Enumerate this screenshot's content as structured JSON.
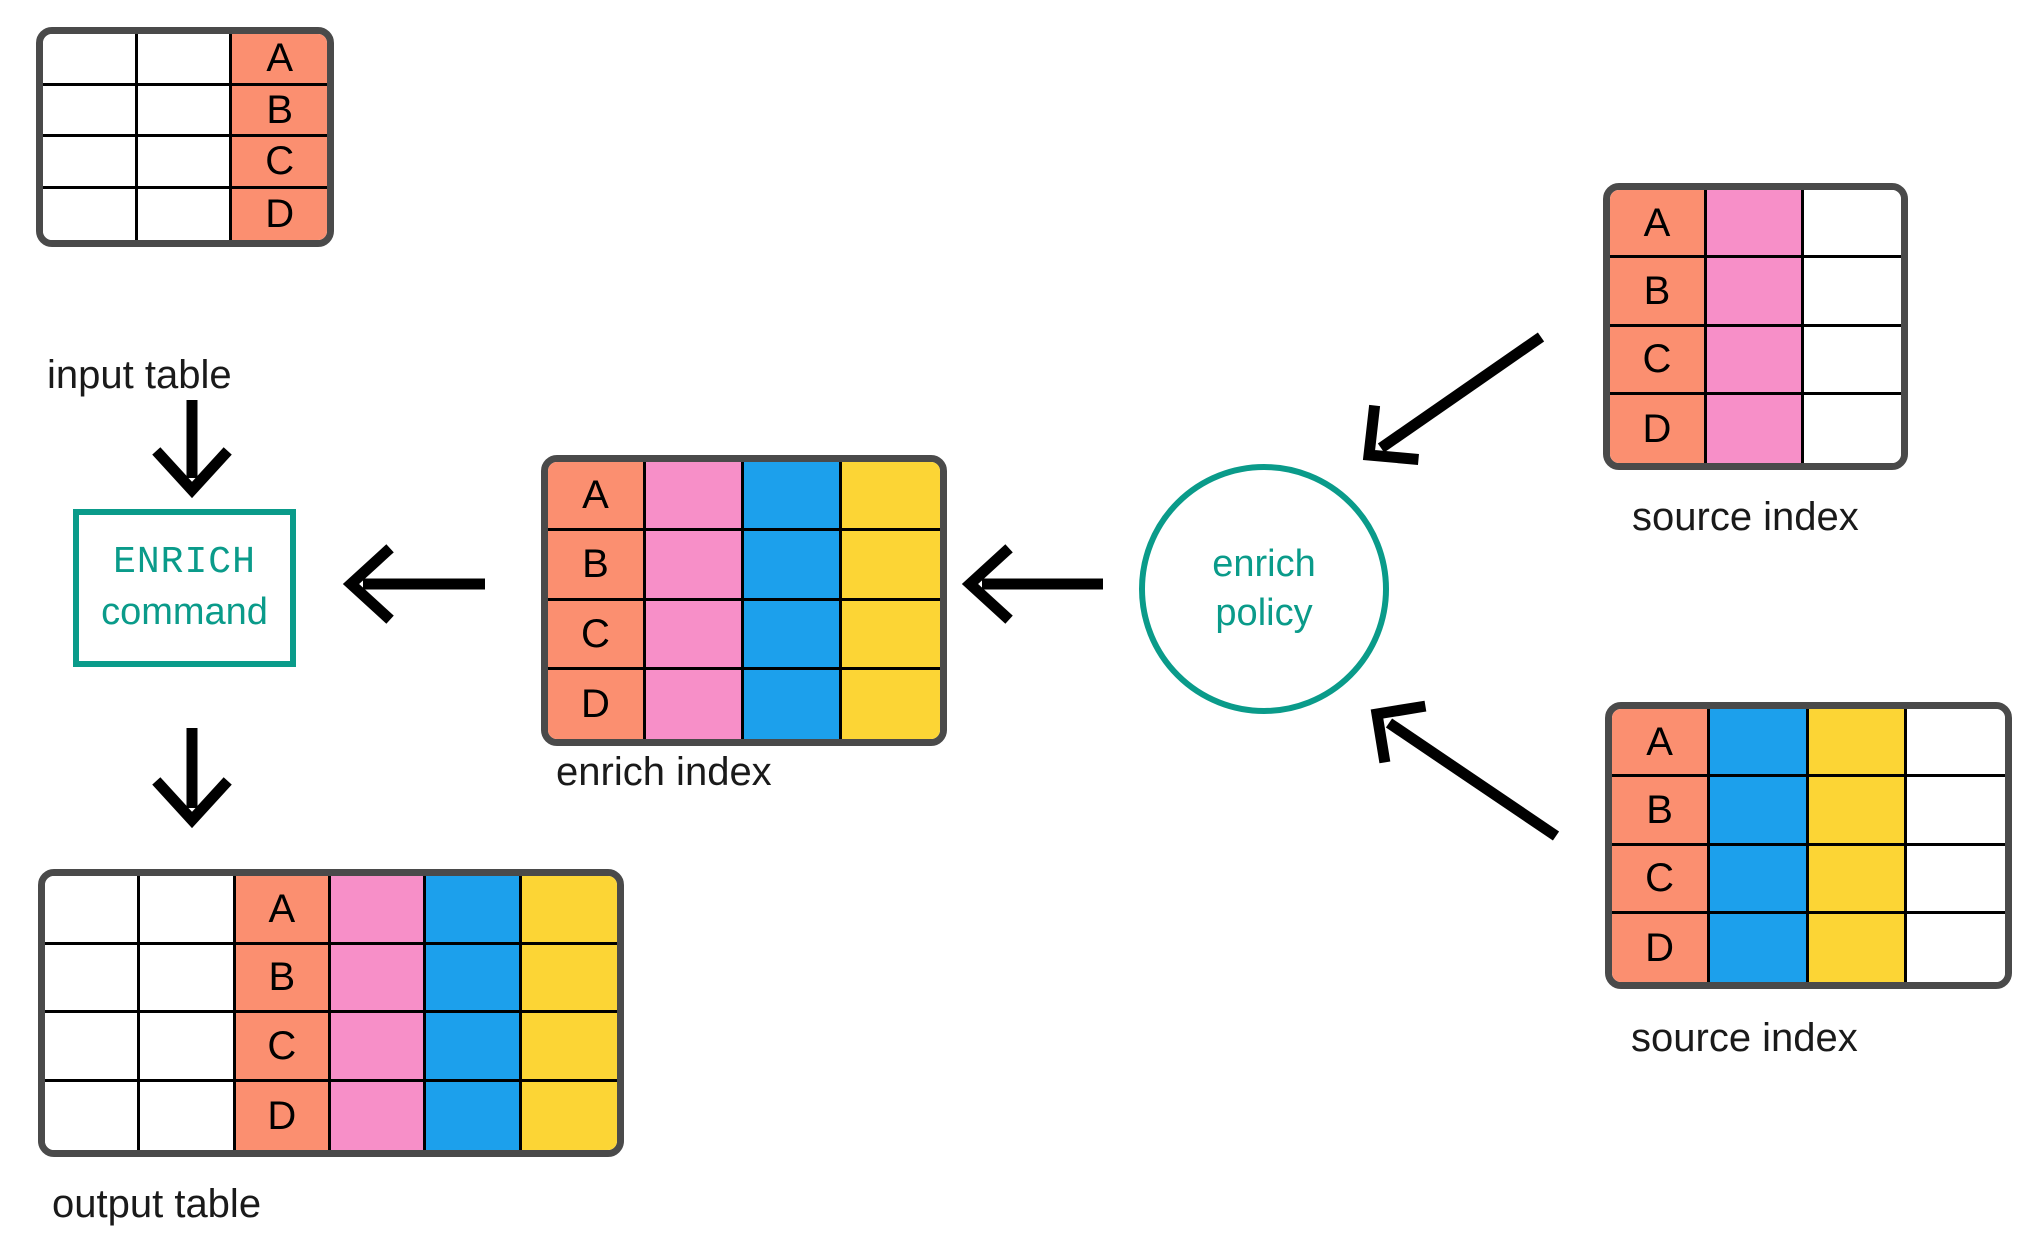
{
  "palette": {
    "key_salmon": "#FB8F70",
    "pink": "#F78FC8",
    "blue": "#1CA0EC",
    "yellow": "#FCD535",
    "white": "#FFFFFF",
    "table_border": "#4A4A4A",
    "cell_line": "#000000",
    "teal_accent": "#0A9B8A",
    "arrow_black": "#000000",
    "label_text": "#1A1A1A"
  },
  "keys": [
    "A",
    "B",
    "C",
    "D"
  ],
  "tables": {
    "input_table": {
      "caption": "input table",
      "columns": [
        {
          "name": "blank-1",
          "color": "#FFFFFF",
          "values": [
            "",
            "",
            "",
            ""
          ]
        },
        {
          "name": "blank-2",
          "color": "#FFFFFF",
          "values": [
            "",
            "",
            "",
            ""
          ]
        },
        {
          "name": "key",
          "color": "#FB8F70",
          "values": [
            "A",
            "B",
            "C",
            "D"
          ]
        }
      ]
    },
    "enrich_index": {
      "caption": "enrich index",
      "columns": [
        {
          "name": "key",
          "color": "#FB8F70",
          "values": [
            "A",
            "B",
            "C",
            "D"
          ]
        },
        {
          "name": "pink-field",
          "color": "#F78FC8",
          "values": [
            "",
            "",
            "",
            ""
          ]
        },
        {
          "name": "blue-field",
          "color": "#1CA0EC",
          "values": [
            "",
            "",
            "",
            ""
          ]
        },
        {
          "name": "yellow-field",
          "color": "#FCD535",
          "values": [
            "",
            "",
            "",
            ""
          ]
        }
      ]
    },
    "source_index_top": {
      "caption": "source index",
      "columns": [
        {
          "name": "key",
          "color": "#FB8F70",
          "values": [
            "A",
            "B",
            "C",
            "D"
          ]
        },
        {
          "name": "pink-field",
          "color": "#F78FC8",
          "values": [
            "",
            "",
            "",
            ""
          ]
        },
        {
          "name": "blank",
          "color": "#FFFFFF",
          "values": [
            "",
            "",
            "",
            ""
          ]
        }
      ]
    },
    "source_index_bottom": {
      "caption": "source index",
      "columns": [
        {
          "name": "key",
          "color": "#FB8F70",
          "values": [
            "A",
            "B",
            "C",
            "D"
          ]
        },
        {
          "name": "blue-field",
          "color": "#1CA0EC",
          "values": [
            "",
            "",
            "",
            ""
          ]
        },
        {
          "name": "yellow-field",
          "color": "#FCD535",
          "values": [
            "",
            "",
            "",
            ""
          ]
        },
        {
          "name": "blank",
          "color": "#FFFFFF",
          "values": [
            "",
            "",
            "",
            ""
          ]
        }
      ]
    },
    "output_table": {
      "caption": "output table",
      "columns": [
        {
          "name": "blank-1",
          "color": "#FFFFFF",
          "values": [
            "",
            "",
            "",
            ""
          ]
        },
        {
          "name": "blank-2",
          "color": "#FFFFFF",
          "values": [
            "",
            "",
            "",
            ""
          ]
        },
        {
          "name": "key",
          "color": "#FB8F70",
          "values": [
            "A",
            "B",
            "C",
            "D"
          ]
        },
        {
          "name": "pink-field",
          "color": "#F78FC8",
          "values": [
            "",
            "",
            "",
            ""
          ]
        },
        {
          "name": "blue-field",
          "color": "#1CA0EC",
          "values": [
            "",
            "",
            "",
            ""
          ]
        },
        {
          "name": "yellow-field",
          "color": "#FCD535",
          "values": [
            "",
            "",
            "",
            ""
          ]
        }
      ]
    }
  },
  "nodes": {
    "enrich_command": {
      "keyword": "ENRICH",
      "word": "command"
    },
    "enrich_policy": {
      "line1": "enrich",
      "line2": "policy"
    }
  },
  "arrows": [
    {
      "name": "input-table-to-enrich-command",
      "direction": "down"
    },
    {
      "name": "enrich-command-to-output-table",
      "direction": "down"
    },
    {
      "name": "enrich-index-to-enrich-command",
      "direction": "left"
    },
    {
      "name": "enrich-policy-to-enrich-index",
      "direction": "left"
    },
    {
      "name": "source-index-top-to-enrich-policy",
      "direction": "down-left"
    },
    {
      "name": "source-index-bottom-to-enrich-policy",
      "direction": "up-left"
    }
  ]
}
